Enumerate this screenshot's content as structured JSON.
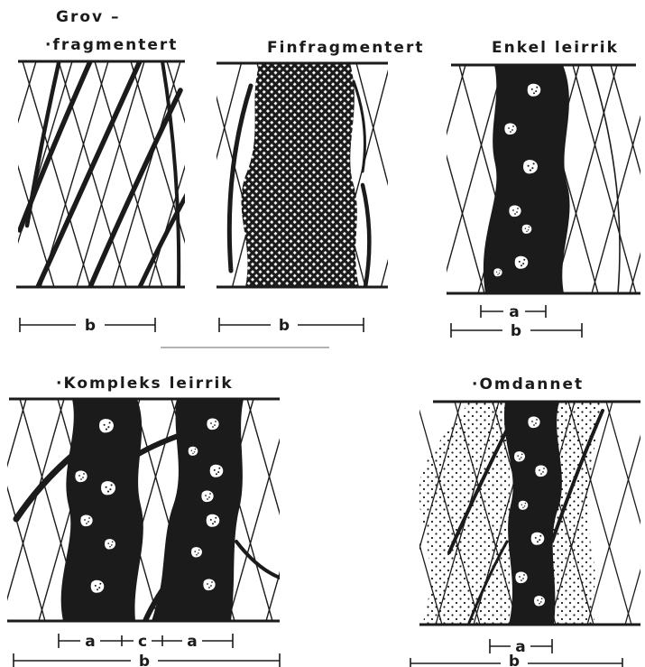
{
  "panels": [
    {
      "title": [
        "Grov –",
        "·fragmentert"
      ],
      "dimensions": [
        "b"
      ]
    },
    {
      "title": [
        "Finfragmentert"
      ],
      "dimensions": [
        "b"
      ]
    },
    {
      "title": [
        "Enkel leirrik"
      ],
      "dimensions": [
        "a",
        "b"
      ]
    },
    {
      "title": [
        "·Kompleks leirrik"
      ],
      "dimensions": [
        "a",
        "c",
        "a",
        "b"
      ]
    },
    {
      "title": [
        "·Omdannet"
      ],
      "dimensions": [
        "a",
        "b"
      ]
    }
  ],
  "colors": {
    "ink": "#1b1b1b",
    "paper": "#ffffff"
  }
}
